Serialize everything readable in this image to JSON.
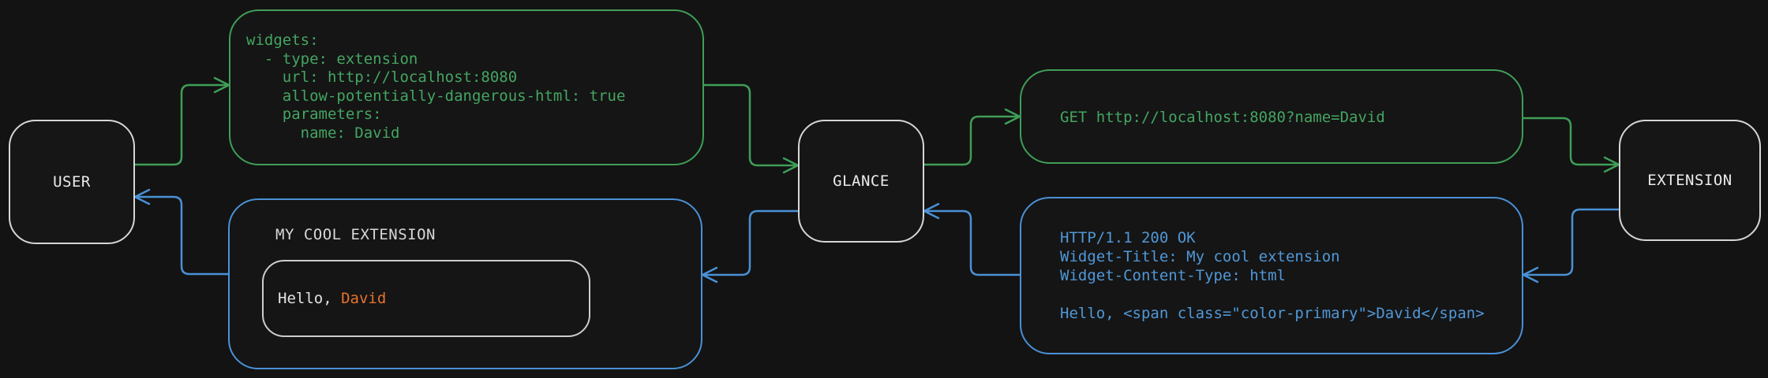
{
  "colors": {
    "background": "#131313",
    "node_border": "#d6d6d6",
    "node_text": "#ececec",
    "green_accent": "#3f9e57",
    "green_text": "#44a561",
    "blue_accent": "#4a91d6",
    "blue_text": "#5098d8",
    "orange_accent": "#e7722d",
    "inner_box_border": "#cdcdcd",
    "widget_title_text": "#d8d8d8"
  },
  "nodes": {
    "user": {
      "label": "USER"
    },
    "glance": {
      "label": "GLANCE"
    },
    "extension": {
      "label": "EXTENSION"
    }
  },
  "config_box": {
    "lines": [
      "widgets:",
      "  - type: extension",
      "    url: http://localhost:8080",
      "    allow-potentially-dangerous-html: true",
      "    parameters:",
      "      name: David"
    ]
  },
  "request_box": {
    "lines": [
      "GET http://localhost:8080?name=David"
    ]
  },
  "response_box": {
    "lines": [
      "HTTP/1.1 200 OK",
      "Widget-Title: My cool extension",
      "Widget-Content-Type: html",
      "",
      "Hello, <span class=\"color-primary\">David</span>"
    ]
  },
  "widget_box": {
    "title": "MY COOL EXTENSION",
    "greeting_prefix": "Hello, ",
    "greeting_name": "David"
  }
}
